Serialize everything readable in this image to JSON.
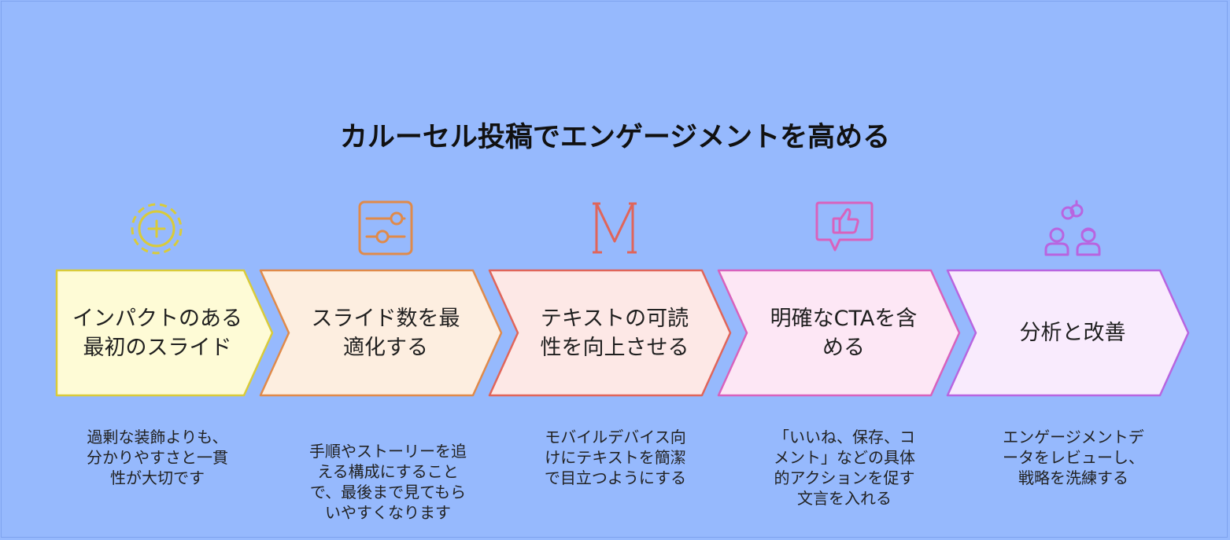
{
  "title": "カルーセル投稿でエンゲージメントを高める",
  "stages": [
    {
      "label_lines": [
        "インパクトのある",
        "最初のスライド"
      ],
      "desc_lines": [
        "過剰な装飾よりも、",
        "分かりやすさと一貫",
        "性が大切です"
      ],
      "icon": "target-plus-icon",
      "fill": "#fefbd6",
      "stroke": "#d9cb3a"
    },
    {
      "label_lines": [
        "スライド数を最",
        "適化する"
      ],
      "desc_lines": [
        "手順やストーリーを追",
        "える構成にすること",
        "で、最後まで見てもら",
        "いやすくなります"
      ],
      "icon": "sliders-icon",
      "fill": "#fdeee0",
      "stroke": "#e08a4a"
    },
    {
      "label_lines": [
        "テキストの可読",
        "性を向上させる"
      ],
      "desc_lines": [
        "モバイルデバイス向",
        "けにテキストを簡潔",
        "で目立つようにする"
      ],
      "icon": "letter-m-icon",
      "fill": "#fde8e6",
      "stroke": "#e0655a"
    },
    {
      "label_lines": [
        "明確なCTAを含",
        "める"
      ],
      "desc_lines": [
        "「いいね、保存、コ",
        "メント」などの具体",
        "的アクションを促す",
        "文言を入れる"
      ],
      "icon": "thumbs-up-bubble-icon",
      "fill": "#fde7f5",
      "stroke": "#d862bd"
    },
    {
      "label_lines": [
        "分析と改善"
      ],
      "desc_lines": [
        "エンゲージメントデ",
        "ータをレビューし、",
        "戦略を洗練する"
      ],
      "icon": "people-link-icon",
      "fill": "#f9ebfd",
      "stroke": "#b865e0"
    }
  ]
}
